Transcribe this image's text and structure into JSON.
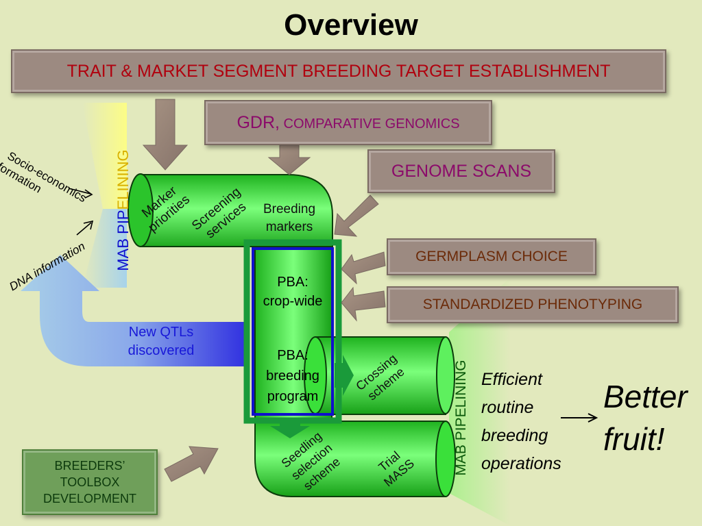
{
  "title": "Overview",
  "top_banner": "TRAIT & MARKET SEGMENT BREEDING TARGET ESTABLISHMENT",
  "gdr_box": {
    "main": "GDR,",
    "sub": " COMPARATIVE GENOMICS"
  },
  "genome_scans": "GENOME SCANS",
  "germplasm_choice": "GERMPLASM CHOICE",
  "standardized_phenotyping": "STANDARDIZED PHENOTYPING",
  "breeders_toolbox": [
    "BREEDERS’",
    "TOOLBOX",
    "DEVELOPMENT"
  ],
  "pipe_top": {
    "marker_priorities": [
      "Marker",
      "priorities"
    ],
    "screening_services": [
      "Screening",
      "services"
    ],
    "breeding_markers": [
      "Breeding",
      "markers"
    ]
  },
  "pba_crop_wide": [
    "PBA:",
    "crop-wide"
  ],
  "pba_breeding_program": [
    "PBA:",
    "breeding",
    "program"
  ],
  "crossing_scheme": [
    "Crossing",
    "scheme"
  ],
  "seedling_selection": [
    "Seedling",
    "selection",
    "scheme"
  ],
  "trial_mass": [
    "Trial",
    "MASS"
  ],
  "mab_pipelining_left": [
    "MAB PIP",
    "ELINING"
  ],
  "mab_pipelining_right": "MAB PIPELINING",
  "socio_economics": [
    "Socio-economics",
    "information"
  ],
  "dna_information": "DNA information",
  "new_qtls": [
    "New QTLs",
    "discovered"
  ],
  "efficient": [
    "Efficient",
    "routine",
    "breeding",
    "operations"
  ],
  "better_fruit": [
    "Better",
    "fruit!"
  ],
  "colors": {
    "background": "#e2e9bd",
    "box_fill": "#9c8a81",
    "pipe_green": "#3ee83e",
    "dark_green_frame": "#1a9a3a",
    "blue_frame": "#1010cc",
    "banner_text": "#b0000e",
    "gdr_text": "#8b0a6a",
    "germplasm_text": "#6b2a08",
    "toolbox_text": "#0c3a0c",
    "qtl_text": "#1818d8"
  }
}
